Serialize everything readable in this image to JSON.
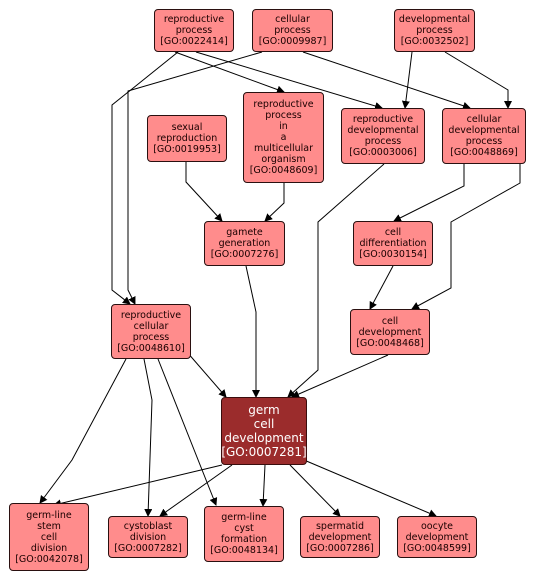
{
  "nodes": {
    "reproductive_process": {
      "label": "reproductive\nprocess\n[GO:0022414]"
    },
    "cellular_process": {
      "label": "cellular\nprocess\n[GO:0009987]"
    },
    "developmental_process": {
      "label": "developmental\nprocess\n[GO:0032502]"
    },
    "sexual_reproduction": {
      "label": "sexual\nreproduction\n[GO:0019953]"
    },
    "repro_multicellular": {
      "label": "reproductive\nprocess\nin\na\nmulticellular\norganism\n[GO:0048609]"
    },
    "repro_developmental": {
      "label": "reproductive\ndevelopmental\nprocess\n[GO:0003006]"
    },
    "cellular_developmental": {
      "label": "cellular\ndevelopmental\nprocess\n[GO:0048869]"
    },
    "gamete_generation": {
      "label": "gamete\ngeneration\n[GO:0007276]"
    },
    "cell_differentiation": {
      "label": "cell\ndifferentiation\n[GO:0030154]"
    },
    "repro_cellular": {
      "label": "reproductive\ncellular\nprocess\n[GO:0048610]"
    },
    "cell_development": {
      "label": "cell\ndevelopment\n[GO:0048468]"
    },
    "germ_cell_development": {
      "label": "germ\ncell\ndevelopment\n[GO:0007281]"
    },
    "germline_stem": {
      "label": "germ-line\nstem\ncell\ndivision\n[GO:0042078]"
    },
    "cystoblast": {
      "label": "cystoblast\ndivision\n[GO:0007282]"
    },
    "germline_cyst": {
      "label": "germ-line\ncyst\nformation\n[GO:0048134]"
    },
    "spermatid": {
      "label": "spermatid\ndevelopment\n[GO:0007286]"
    },
    "oocyte": {
      "label": "oocyte\ndevelopment\n[GO:0048599]"
    }
  },
  "colors": {
    "node_fill": "#ff8c8c",
    "focus_fill": "#9b2c2c",
    "edge": "#000000"
  }
}
